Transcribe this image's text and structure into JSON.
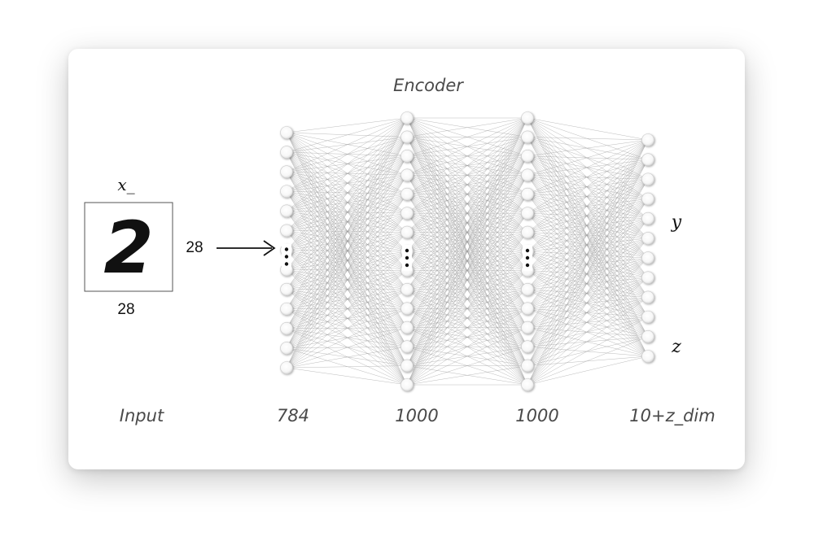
{
  "title": "Encoder",
  "input": {
    "image_label": "x_",
    "width_label": "28",
    "height_label": "28",
    "digit": "2"
  },
  "layers": [
    {
      "label": "784",
      "nodes": 13,
      "has_ellipsis": true
    },
    {
      "label": "1000",
      "nodes": 15,
      "has_ellipsis": true
    },
    {
      "label": "1000",
      "nodes": 15,
      "has_ellipsis": true
    },
    {
      "label": "10+z_dim",
      "nodes": 12,
      "has_ellipsis": false
    }
  ],
  "input_label": "Input",
  "outputs": {
    "y_label": "y",
    "z_label": "z"
  },
  "colors": {
    "edge": "#9a9a9a",
    "node_fill": "#ffffff",
    "node_stroke": "#c8c8c8",
    "text": "#4a4a4a"
  }
}
